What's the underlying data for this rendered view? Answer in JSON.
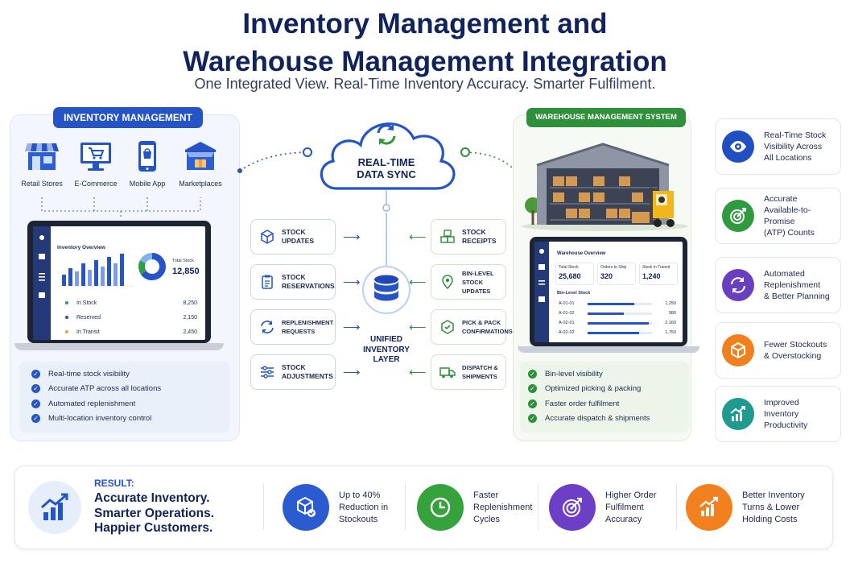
{
  "header": {
    "title_line1": "Inventory Management and",
    "title_line2": "Warehouse Management Integration",
    "subtitle": "One Integrated View. Real-Time Inventory Accuracy. Smarter Fulfilment."
  },
  "left": {
    "label": "INVENTORY MANAGEMENT",
    "channels": [
      {
        "label": "Retail Stores"
      },
      {
        "label": "E-Commerce"
      },
      {
        "label": "Mobile App"
      },
      {
        "label": "Marketplaces"
      }
    ],
    "dashboard": {
      "title": "Inventory Overview",
      "total_label": "Total Stock",
      "total_value": "12,850",
      "rows": [
        {
          "label": "In Stock",
          "value": "8,250",
          "color": "#2e9d4a"
        },
        {
          "label": "Reserved",
          "value": "2,150",
          "color": "#2b4fc4"
        },
        {
          "label": "In Transit",
          "value": "2,450",
          "color": "#f2a22a"
        }
      ]
    },
    "checks": [
      "Real-time stock visibility",
      "Accurate ATP across all locations",
      "Automated replenishment",
      "Multi-location inventory control"
    ]
  },
  "center": {
    "sync_line1": "REAL-TIME",
    "sync_line2": "DATA SYNC",
    "unified_line1": "UNIFIED",
    "unified_line2": "INVENTORY",
    "unified_line3": "LAYER",
    "left_boxes": [
      {
        "l1": "STOCK",
        "l2": "UPDATES"
      },
      {
        "l1": "STOCK",
        "l2": "RESERVATIONS"
      },
      {
        "l1": "REPLENISHMENT",
        "l2": "REQUESTS"
      },
      {
        "l1": "STOCK",
        "l2": "ADJUSTMENTS"
      }
    ],
    "right_boxes": [
      {
        "l1": "STOCK",
        "l2": "RECEIPTS"
      },
      {
        "l1": "BIN-LEVEL STOCK",
        "l2": "UPDATES"
      },
      {
        "l1": "PICK & PACK",
        "l2": "CONFIRMATIONS"
      },
      {
        "l1": "DISPATCH &",
        "l2": "SHIPMENTS"
      }
    ]
  },
  "right": {
    "label": "WAREHOUSE MANAGEMENT SYSTEM",
    "dashboard": {
      "title": "Warehouse Overview",
      "stats": [
        {
          "label": "Total Stock",
          "value": "25,680"
        },
        {
          "label": "Orders to Ship",
          "value": "320"
        },
        {
          "label": "Stock in Transit",
          "value": "1,240"
        }
      ],
      "bin_title": "Bin-Level Stock",
      "bins": [
        {
          "id": "A-01-01",
          "value": "1,250",
          "fill": 0.72
        },
        {
          "id": "A-01-02",
          "value": "980",
          "fill": 0.56
        },
        {
          "id": "A-02-01",
          "value": "2,160",
          "fill": 0.95
        },
        {
          "id": "A-02-02",
          "value": "1,750",
          "fill": 0.8
        }
      ]
    },
    "checks": [
      "Bin-level visibility",
      "Optimized picking & packing",
      "Faster order fulfilment",
      "Accurate dispatch & shipments"
    ]
  },
  "benefits": [
    {
      "l1": "Real-Time Stock",
      "l2": "Visibility Across",
      "l3": "All Locations",
      "color": "#1f4fc0",
      "icon": "eye-icon"
    },
    {
      "l1": "Accurate",
      "l2": "Available-to-Promise",
      "l3": "(ATP) Counts",
      "color": "#2f9a3e",
      "icon": "target-icon"
    },
    {
      "l1": "Automated",
      "l2": "Replenishment",
      "l3": "& Better Planning",
      "color": "#6a3fbf",
      "icon": "refresh-icon"
    },
    {
      "l1": "Fewer Stockouts",
      "l2": "& Overstocking",
      "l3": "",
      "color": "#f07f1c",
      "icon": "box-icon"
    },
    {
      "l1": "Improved",
      "l2": "Inventory",
      "l3": "Productivity",
      "color": "#1f9a8e",
      "icon": "growth-chart-icon"
    }
  ],
  "result": {
    "label": "RESULT:",
    "l1": "Accurate Inventory.",
    "l2": "Smarter Operations.",
    "l3": "Happier Customers.",
    "items": [
      {
        "l1": "Up to 40%",
        "l2": "Reduction in",
        "l3": "Stockouts",
        "color": "#2a5bd0",
        "icon": "box-check-icon"
      },
      {
        "l1": "Faster",
        "l2": "Replenishment",
        "l3": "Cycles",
        "color": "#36a23c",
        "icon": "clock-icon"
      },
      {
        "l1": "Higher Order",
        "l2": "Fulfilment",
        "l3": "Accuracy",
        "color": "#6c3fc6",
        "icon": "target-icon"
      },
      {
        "l1": "Better Inventory",
        "l2": "Turns & Lower",
        "l3": "Holding Costs",
        "color": "#f2801e",
        "icon": "growth-chart-icon"
      }
    ]
  },
  "colors": {
    "navy": "#10235a",
    "blue": "#2554c7",
    "green": "#2f8f3a"
  }
}
